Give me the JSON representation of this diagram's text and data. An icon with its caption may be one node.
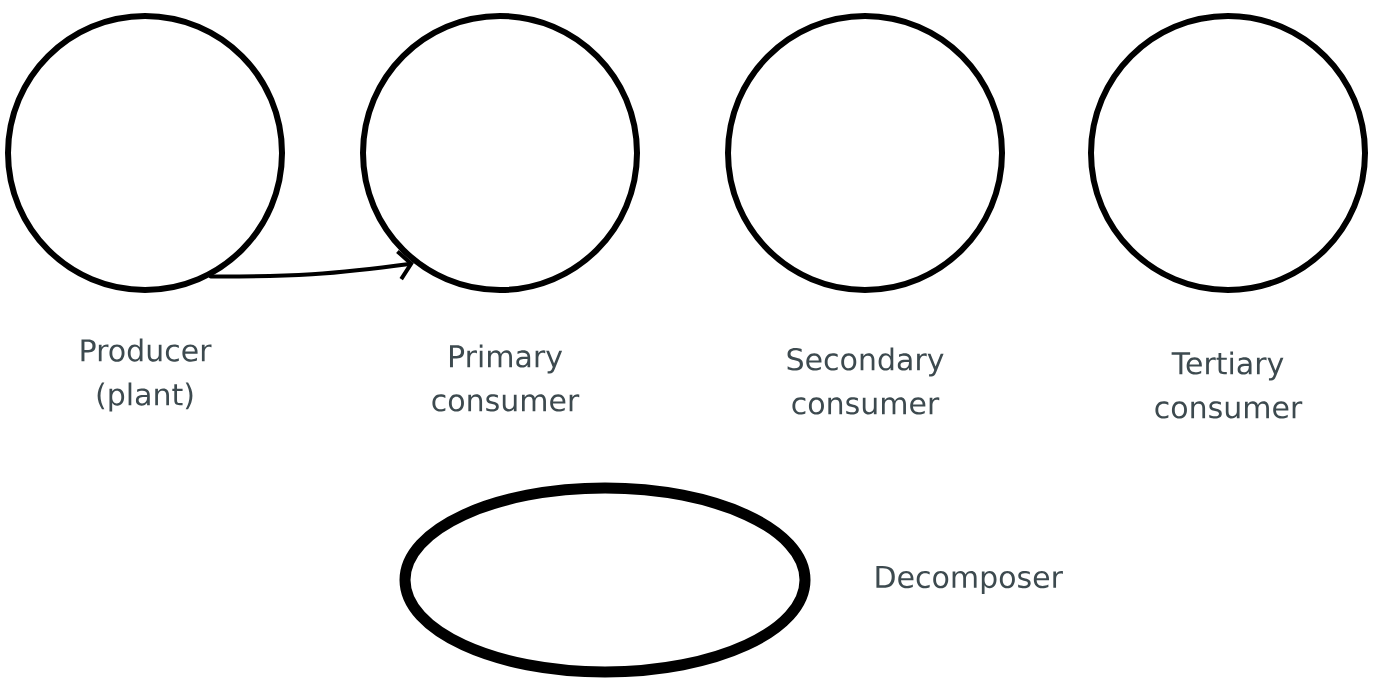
{
  "diagram": {
    "nodes": [
      {
        "text": [
          "Producer (plant)"
        ]
      },
      {
        "text": [
          "Primary consumer"
        ]
      },
      {
        "text": [
          "Secondary consumer"
        ]
      },
      {
        "text": [
          "Tertiary consumer"
        ]
      },
      {
        "text": [
          "Decomposer"
        ]
      }
    ],
    "edges": [
      {
        "from": 0,
        "to": 1,
        "arrow": "to"
      }
    ]
  }
}
